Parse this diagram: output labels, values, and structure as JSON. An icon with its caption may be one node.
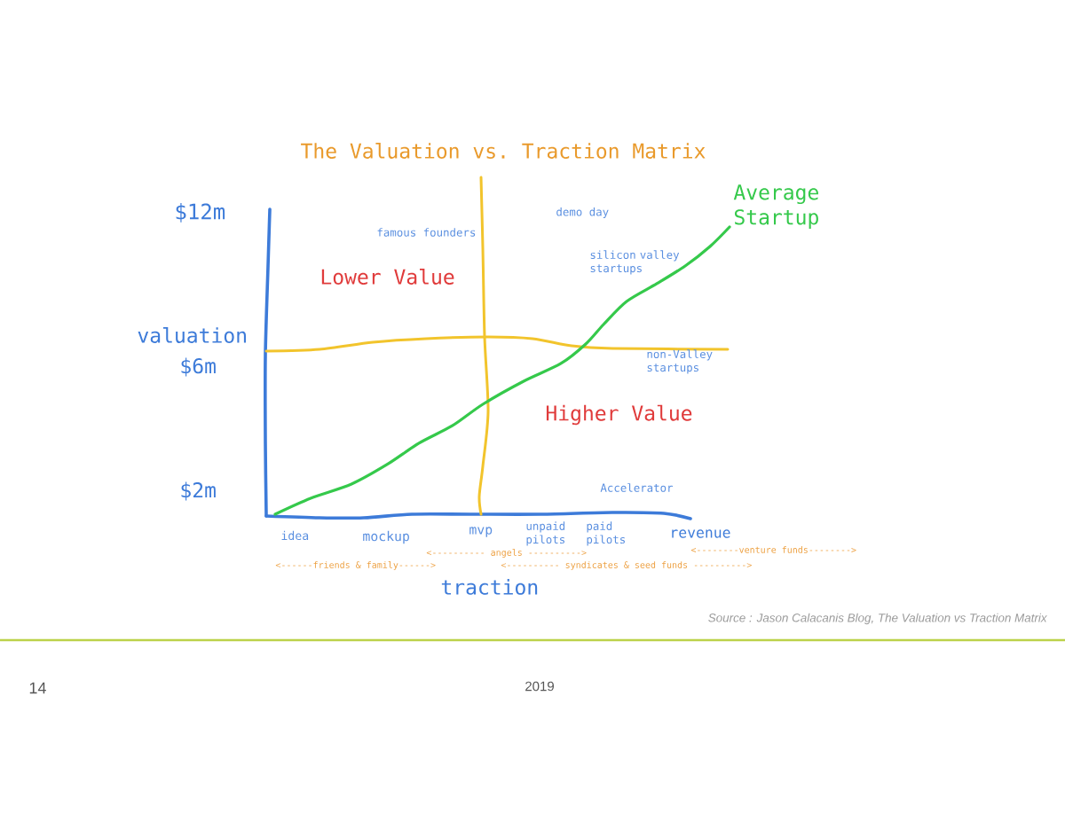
{
  "diagram": {
    "title": "The Valuation vs. Traction Matrix",
    "caption": "Source : Jason Calacanis Blog, The Valuation vs Traction Matrix",
    "labels": [
      "$12m",
      "demo day",
      "Average Startup",
      "famous founders",
      "silicon valley startups",
      "Lower Value",
      "valuation",
      "$6m",
      "non-Valley startups",
      "Higher Value",
      "$2m",
      "Accelerator",
      "idea",
      "mockup",
      "mvp",
      "unpaid pilots",
      "paid pilots",
      "revenue",
      "<---------- angels ---------->",
      "<--------venture funds-------->",
      "<------friends & family------>",
      "<---------- syndicates & seed funds ---------->",
      "traction",
      "14",
      "2019"
    ]
  }
}
